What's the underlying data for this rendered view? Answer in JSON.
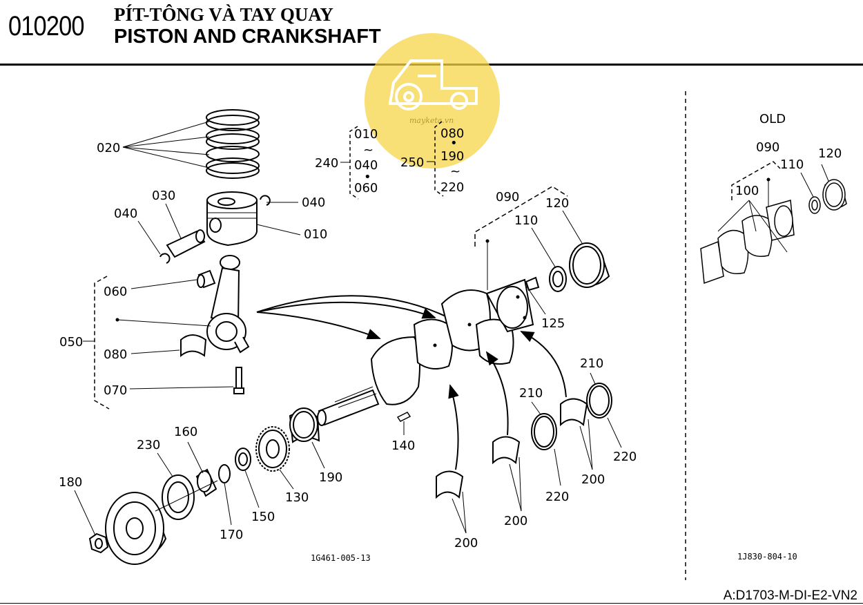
{
  "header": {
    "code": "010200",
    "title_vi": "PÍT-TÔNG VÀ TAY QUAY",
    "title_en": "PISTON AND CRANKSHAFT"
  },
  "watermark": {
    "text": "mayketa.vn",
    "color": "#f5d54a",
    "icon": "tractor-icon"
  },
  "section_old": {
    "title": "OLD"
  },
  "drawing_ids": {
    "main": "1G461-005-13",
    "old": "1J830-804-10"
  },
  "footer": {
    "model_code": "A:D1703-M-DI-E2-VN2"
  },
  "set_groups": {
    "g240": {
      "ref": "240",
      "first": "010",
      "tilde": "~",
      "mid": "040",
      "dot": "•",
      "last": "060"
    },
    "g250": {
      "ref": "250",
      "first": "080",
      "dot": "•",
      "mid": "190",
      "tilde": "~",
      "last": "220"
    }
  },
  "callouts": {
    "c020": "020",
    "c030": "030",
    "c040a": "040",
    "c040b": "040",
    "c010": "010",
    "c060": "060",
    "c050": "050",
    "c080": "080",
    "c070": "070",
    "c090": "090",
    "c110": "110",
    "c120": "120",
    "c125": "125",
    "c140": "140",
    "c160": "160",
    "c230": "230",
    "c180": "180",
    "c170": "170",
    "c150": "150",
    "c130": "130",
    "c190": "190",
    "c200a": "200",
    "c200b": "200",
    "c200c": "200",
    "c210a": "210",
    "c210b": "210",
    "c220a": "220",
    "c220b": "220",
    "old090": "090",
    "old110": "110",
    "old120": "120",
    "old100": "100"
  }
}
